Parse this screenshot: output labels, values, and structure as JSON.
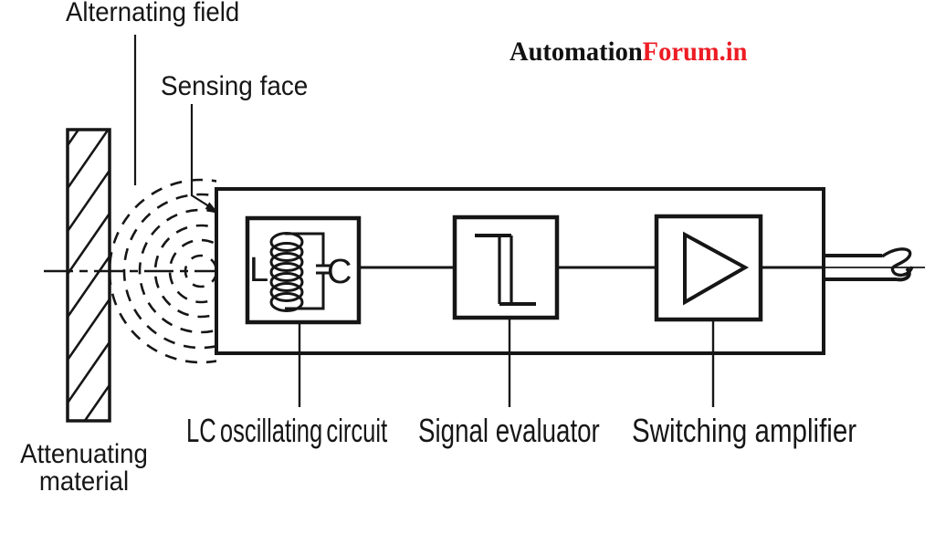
{
  "logo": {
    "text_black": "Automation",
    "text_red": "Forum.in",
    "red_hex": "#ed1c24"
  },
  "labels": {
    "alternating_field": "Alternating field",
    "sensing_face": "Sensing face",
    "attenuating_line1": "Attenuating",
    "attenuating_line2": "material",
    "inductor_letter": "L",
    "capacitor_letter": "C"
  },
  "blocks": [
    {
      "name": "lc-oscillating-circuit",
      "symbol": "inductor-capacitor-loop",
      "label": "LC oscillating circuit"
    },
    {
      "name": "signal-evaluator",
      "symbol": "step-function",
      "label": "Signal evaluator"
    },
    {
      "name": "switching-amplifier",
      "symbol": "amplifier-triangle",
      "label": "Switching amplifier"
    }
  ],
  "colors": {
    "ink": "#161616",
    "background": "#ffffff",
    "logo_red": "#ed1c24"
  }
}
